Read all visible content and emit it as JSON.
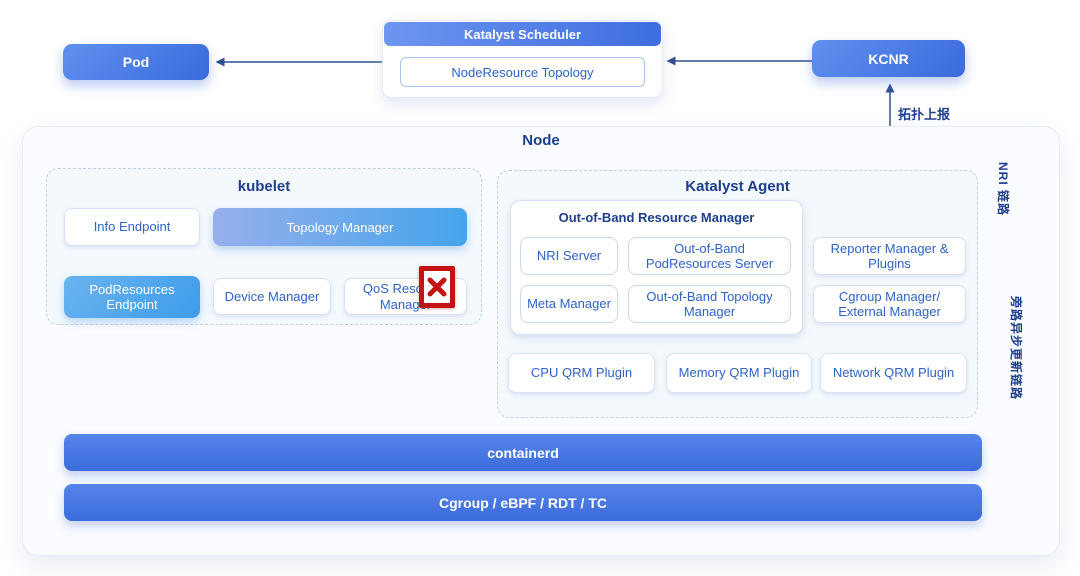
{
  "top": {
    "pod_label": "Pod",
    "scheduler_title": "Katalyst Scheduler",
    "scheduler_child": "NodeResource Topology",
    "kcnr_label": "KCNR"
  },
  "node": {
    "title": "Node",
    "kubelet": {
      "title": "kubelet",
      "info_endpoint": "Info Endpoint",
      "topology_manager": "Topology Manager",
      "podresources_endpoint": "PodResources Endpoint",
      "device_manager": "Device Manager",
      "qos_resource_manager": "QoS Resource Manager"
    },
    "agent": {
      "title": "Katalyst Agent",
      "oorm": {
        "title": "Out-of-Band Resource Manager",
        "nri_server": "NRI Server",
        "oob_podresources_server": "Out-of-Band PodResources Server",
        "meta_manager": "Meta Manager",
        "oob_topology_manager": "Out-of-Band Topology Manager"
      },
      "reporter_manager": "Reporter Manager & Plugins",
      "cgroup_manager": "Cgroup Manager/ External Manager",
      "cpu_qrm": "CPU QRM Plugin",
      "memory_qrm": "Memory QRM Plugin",
      "network_qrm": "Network QRM Plugin"
    },
    "containerd": "containerd",
    "cgroup_bar": "Cgroup / eBPF / RDT / TC"
  },
  "labels": {
    "topology_report": "拓扑上报",
    "nri_link": "NRI 链路",
    "bypass_link": "旁路异步更新链路"
  },
  "colors": {
    "line": "#2e5191",
    "navy_title": "#1d3e8f",
    "blue_text": "#2e63c9",
    "box_gradient_start": "#6090ef",
    "box_gradient_end": "#3b6adc",
    "sky_gradient_start": "#97afec",
    "sky_gradient_end": "#45a4ec",
    "reject_red": "#c41111"
  }
}
